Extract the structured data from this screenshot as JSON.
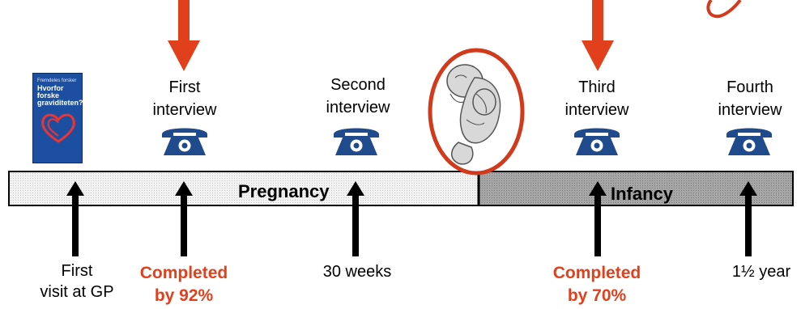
{
  "timeline": {
    "phases": [
      {
        "label": "Pregnancy"
      },
      {
        "label": "Infancy"
      }
    ]
  },
  "booklet": {
    "cover_text_small": "Fremdeles forsker",
    "cover_title_line1": "Hvorfor forske",
    "cover_title_line2": "i graviditeten?"
  },
  "interviews": [
    {
      "line1": "First",
      "line2": "interview",
      "icon": "telephone-icon",
      "highlighted": true
    },
    {
      "line1": "Second",
      "line2": "interview",
      "icon": "telephone-icon",
      "highlighted": false
    },
    {
      "line1": "Third",
      "line2": "interview",
      "icon": "telephone-icon",
      "highlighted": true
    },
    {
      "line1": "Fourth",
      "line2": "interview",
      "icon": "telephone-icon",
      "highlighted": false
    }
  ],
  "milestones": [
    {
      "line1": "First",
      "line2": "visit at GP"
    },
    {
      "line1": "Completed",
      "line2": "by 92%"
    },
    {
      "line1": "30 weeks",
      "line2": ""
    },
    {
      "line1": "Completed",
      "line2": "by 70%"
    },
    {
      "line1": "1½ year",
      "line2": ""
    }
  ],
  "colors": {
    "accent": "#e0401c",
    "phone": "#1f4a8c",
    "pregnancy_bar": "#e6e6e6",
    "infancy_bar": "#9e9e9e",
    "birth_circle": "#d23a1c"
  }
}
